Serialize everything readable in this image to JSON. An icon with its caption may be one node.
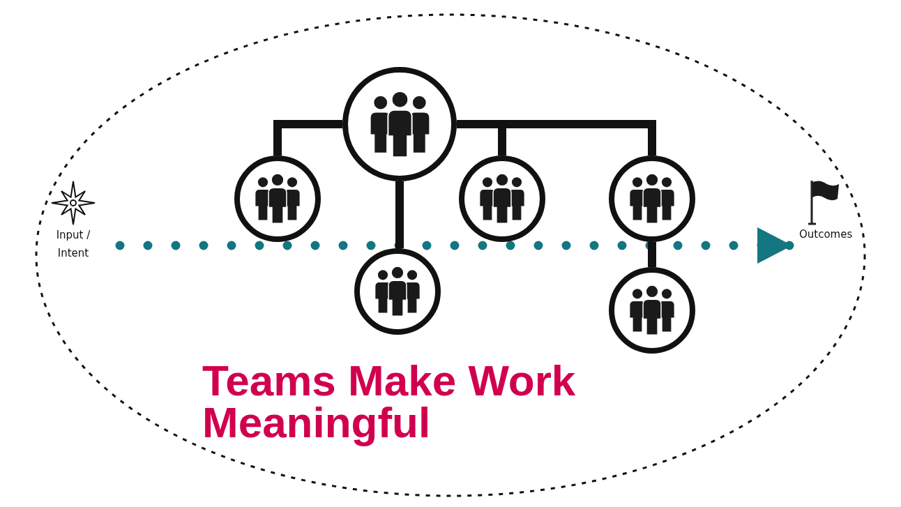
{
  "diagram": {
    "title": "Teams Make Work Meaningful",
    "nodes": [
      {
        "text": [
          "Input / Intent"
        ]
      },
      {
        "text": [],
        "shape": "circle"
      },
      {
        "text": [],
        "shape": "circle"
      },
      {
        "text": [],
        "shape": "circle"
      },
      {
        "text": [],
        "shape": "circle"
      },
      {
        "text": [],
        "shape": "circle"
      },
      {
        "text": [],
        "shape": "circle"
      },
      {
        "text": [
          "Outcomes"
        ]
      }
    ],
    "edges": [
      {
        "from": 0,
        "to": 7,
        "arrow": "to",
        "style": "dashed",
        "color": "#137680"
      },
      {
        "from": 1,
        "to": 2,
        "arrow": "none"
      },
      {
        "from": 1,
        "to": 3,
        "arrow": "none"
      },
      {
        "from": 1,
        "to": 4,
        "arrow": "none"
      },
      {
        "from": 1,
        "to": 5,
        "arrow": "none"
      },
      {
        "from": 4,
        "to": 6,
        "arrow": "none"
      }
    ]
  }
}
